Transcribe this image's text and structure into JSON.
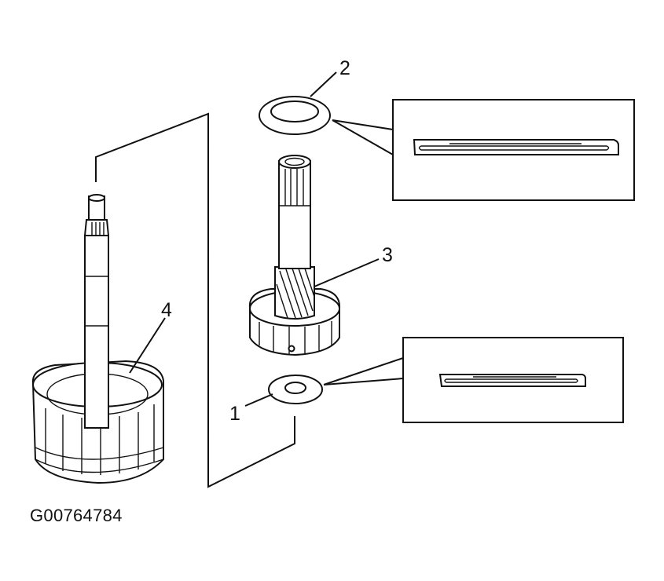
{
  "figure": {
    "code": "G00764784"
  },
  "callouts": [
    {
      "id": "1",
      "label": "1"
    },
    {
      "id": "2",
      "label": "2"
    },
    {
      "id": "3",
      "label": "3"
    },
    {
      "id": "4",
      "label": "4"
    }
  ]
}
